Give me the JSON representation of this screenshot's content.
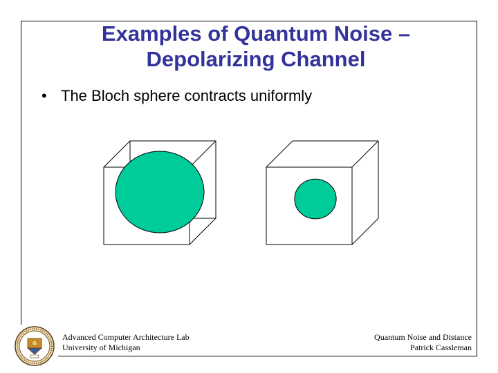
{
  "slide": {
    "title_line1": "Examples of Quantum Noise –",
    "title_line2": "Depolarizing Channel",
    "bullets": [
      {
        "marker": "•",
        "text": "The Bloch sphere contracts uniformly"
      }
    ]
  },
  "figure": {
    "sphere_color": "#00cc99",
    "items": [
      {
        "name": "before",
        "sphere_radius_fraction": 1.0
      },
      {
        "name": "after",
        "sphere_radius_fraction": 0.47
      }
    ]
  },
  "footer": {
    "left_line1": "Advanced Computer Architecture Lab",
    "left_line2": "University of Michigan",
    "right_line1": "Quantum Noise and Distance",
    "right_line2": "Patrick Cassleman"
  },
  "colors": {
    "title": "#33339a",
    "text": "#000000",
    "sphere": "#00cc99"
  }
}
